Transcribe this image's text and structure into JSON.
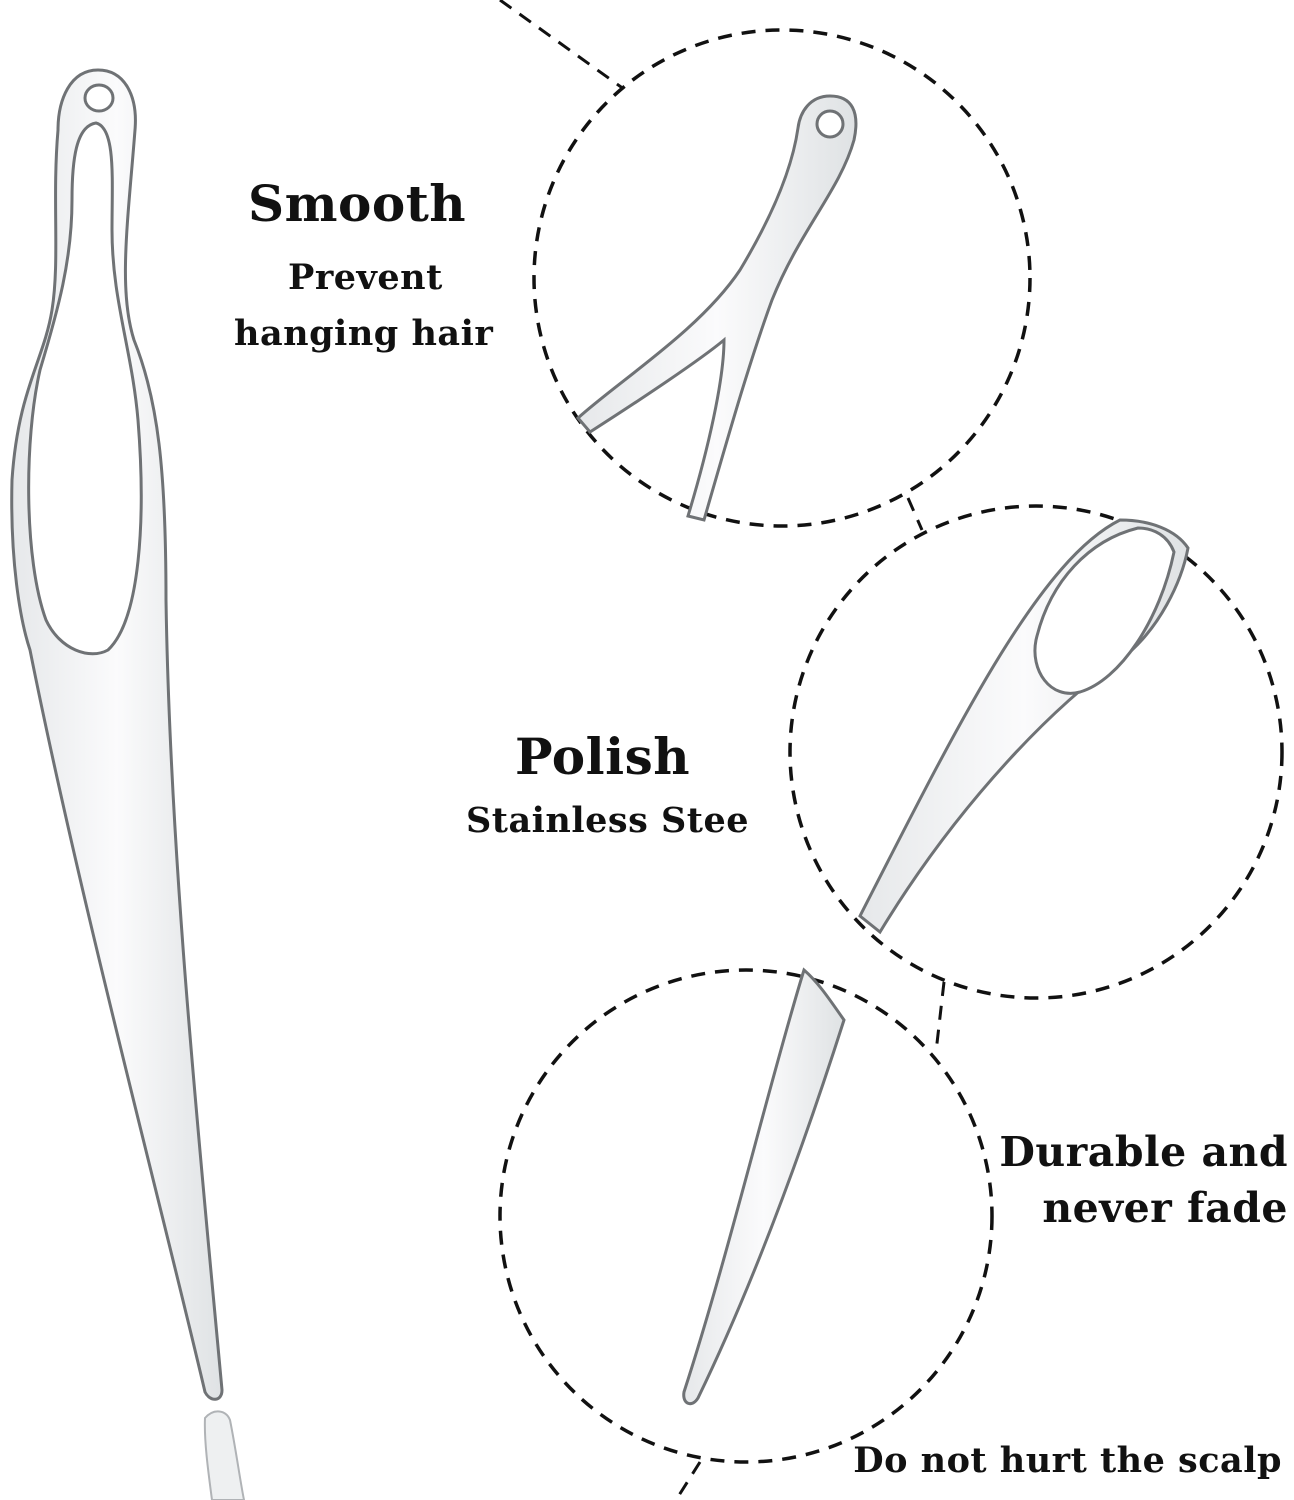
{
  "features": {
    "smooth": {
      "title": "Smooth",
      "line1": "Prevent",
      "line2": "hanging hair"
    },
    "polish": {
      "title": "Polish",
      "subtitle": "Stainless Stee"
    },
    "durable": {
      "line1": "Durable and",
      "line2": "never fade",
      "subtitle": "Do not hurt the scalp"
    }
  },
  "colors": {
    "background": "#ffffff",
    "text": "#111111",
    "steel_outline": "#7a7a7a",
    "steel_fill": "#f1f3f4",
    "dash": "#111111"
  }
}
